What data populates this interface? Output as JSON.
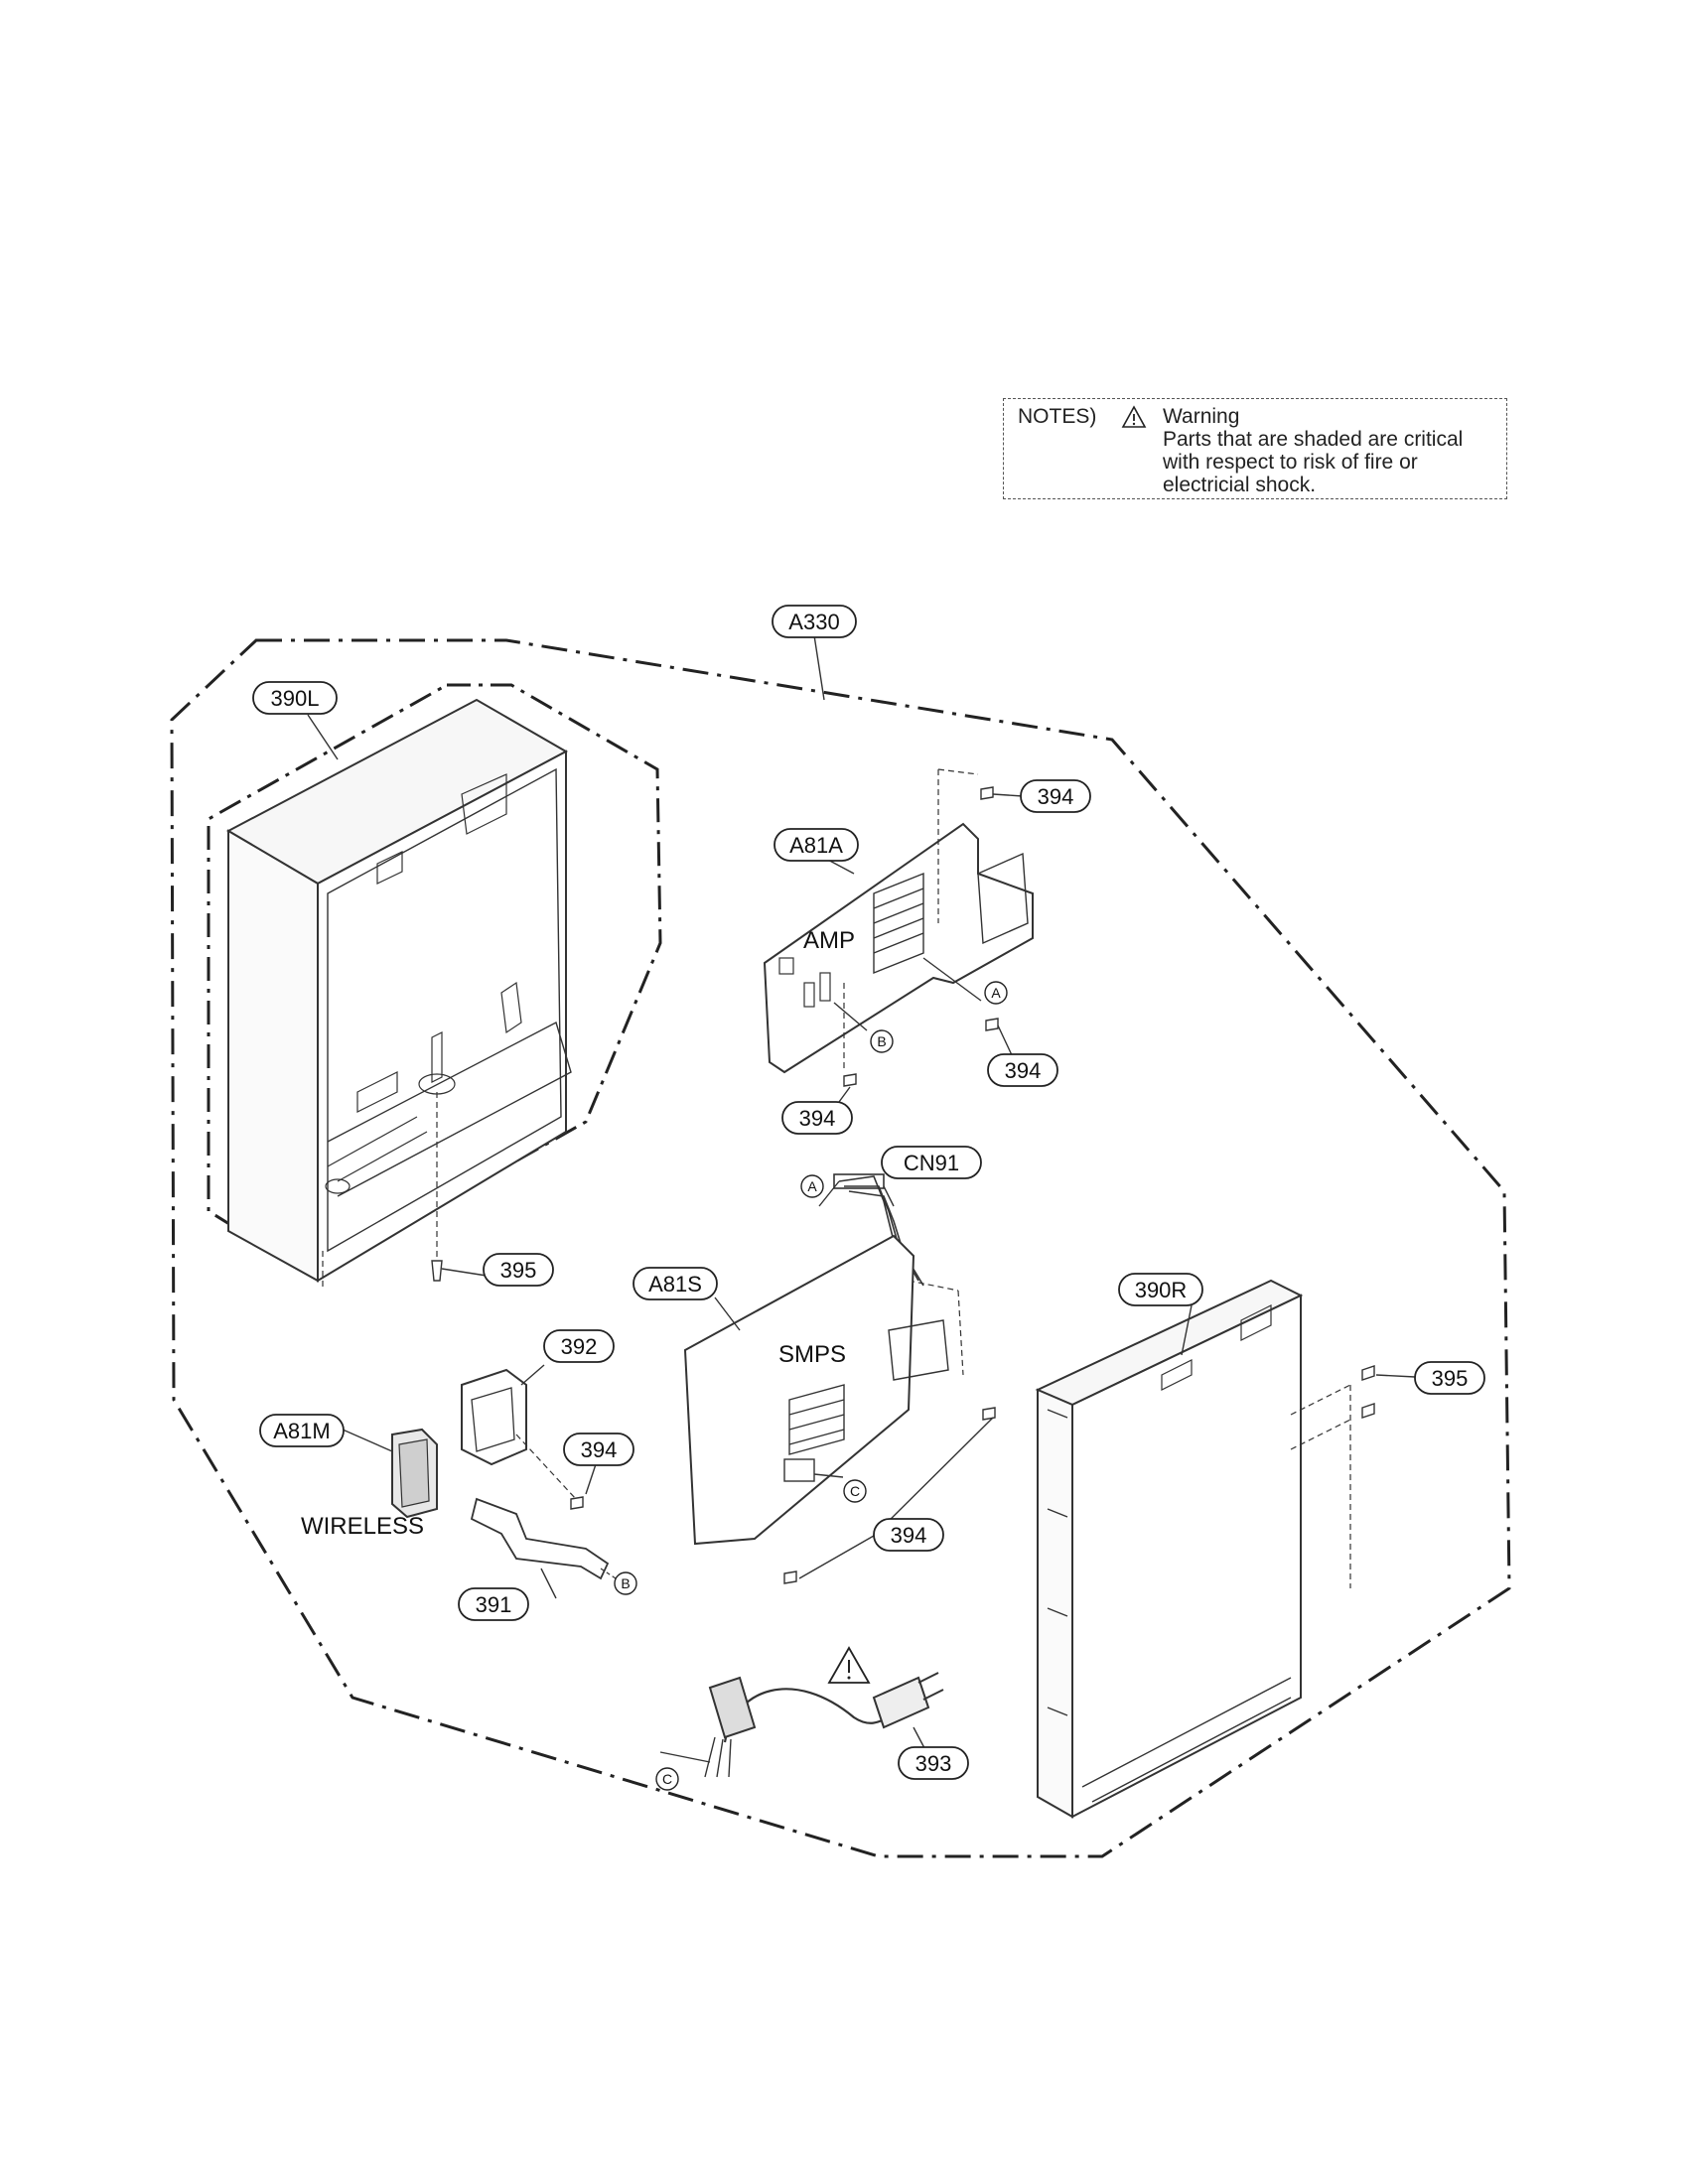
{
  "notes": {
    "label": "NOTES)",
    "icon": "warning-triangle-icon",
    "title": "Warning",
    "lines": [
      "Parts that are shaded are critical",
      "with respect to risk of fire or",
      "electricial shock."
    ]
  },
  "callouts": {
    "a330": "A330",
    "l390": "390L",
    "a81a": "A81A",
    "s394_top": "394",
    "s394_right": "394",
    "s394_mid": "394",
    "cn91": "CN91",
    "a81s": "A81S",
    "r390": "390R",
    "s395_left": "395",
    "s395_right": "395",
    "p392": "392",
    "a81m": "A81M",
    "s394_wireless": "394",
    "s394_smps": "394",
    "p391": "391",
    "p393": "393"
  },
  "labels": {
    "amp": "AMP",
    "smps": "SMPS",
    "wireless": "WIRELESS"
  },
  "connectors": {
    "a": "A",
    "b": "B",
    "c": "C"
  }
}
